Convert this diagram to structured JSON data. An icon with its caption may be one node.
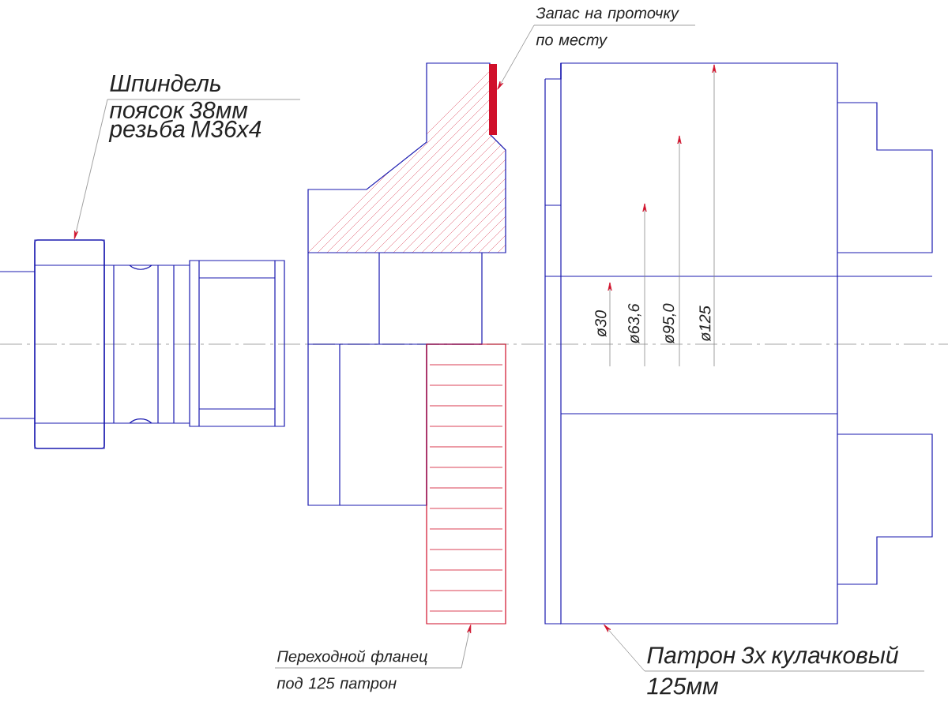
{
  "diagram": {
    "nodes": [
      {
        "text": [
          "Шпиндель",
          "поясок 38мм резьба М36х4"
        ]
      },
      {
        "text": [],
        "shape": "box"
      },
      {
        "text": [
          "Запас на проточку",
          "по месту"
        ]
      },
      {
        "text": [],
        "shape": "box"
      },
      {
        "text": [
          "Переходной фланец",
          "под 125 патрон"
        ]
      },
      {
        "text": [],
        "shape": "box"
      },
      {
        "text": [
          "Патрон 3х кулачковый",
          "125мм"
        ]
      },
      {
        "text": [],
        "shape": "box"
      }
    ],
    "edges": [
      {
        "from": 0,
        "to": 1,
        "arrow": "to"
      },
      {
        "from": 2,
        "to": 3,
        "arrow": "to"
      },
      {
        "from": 4,
        "to": 5,
        "arrow": "to"
      },
      {
        "from": 6,
        "to": 7,
        "arrow": "to"
      }
    ],
    "labels": [
      "ø30",
      "ø63,6",
      "ø95,0",
      "ø125"
    ]
  }
}
